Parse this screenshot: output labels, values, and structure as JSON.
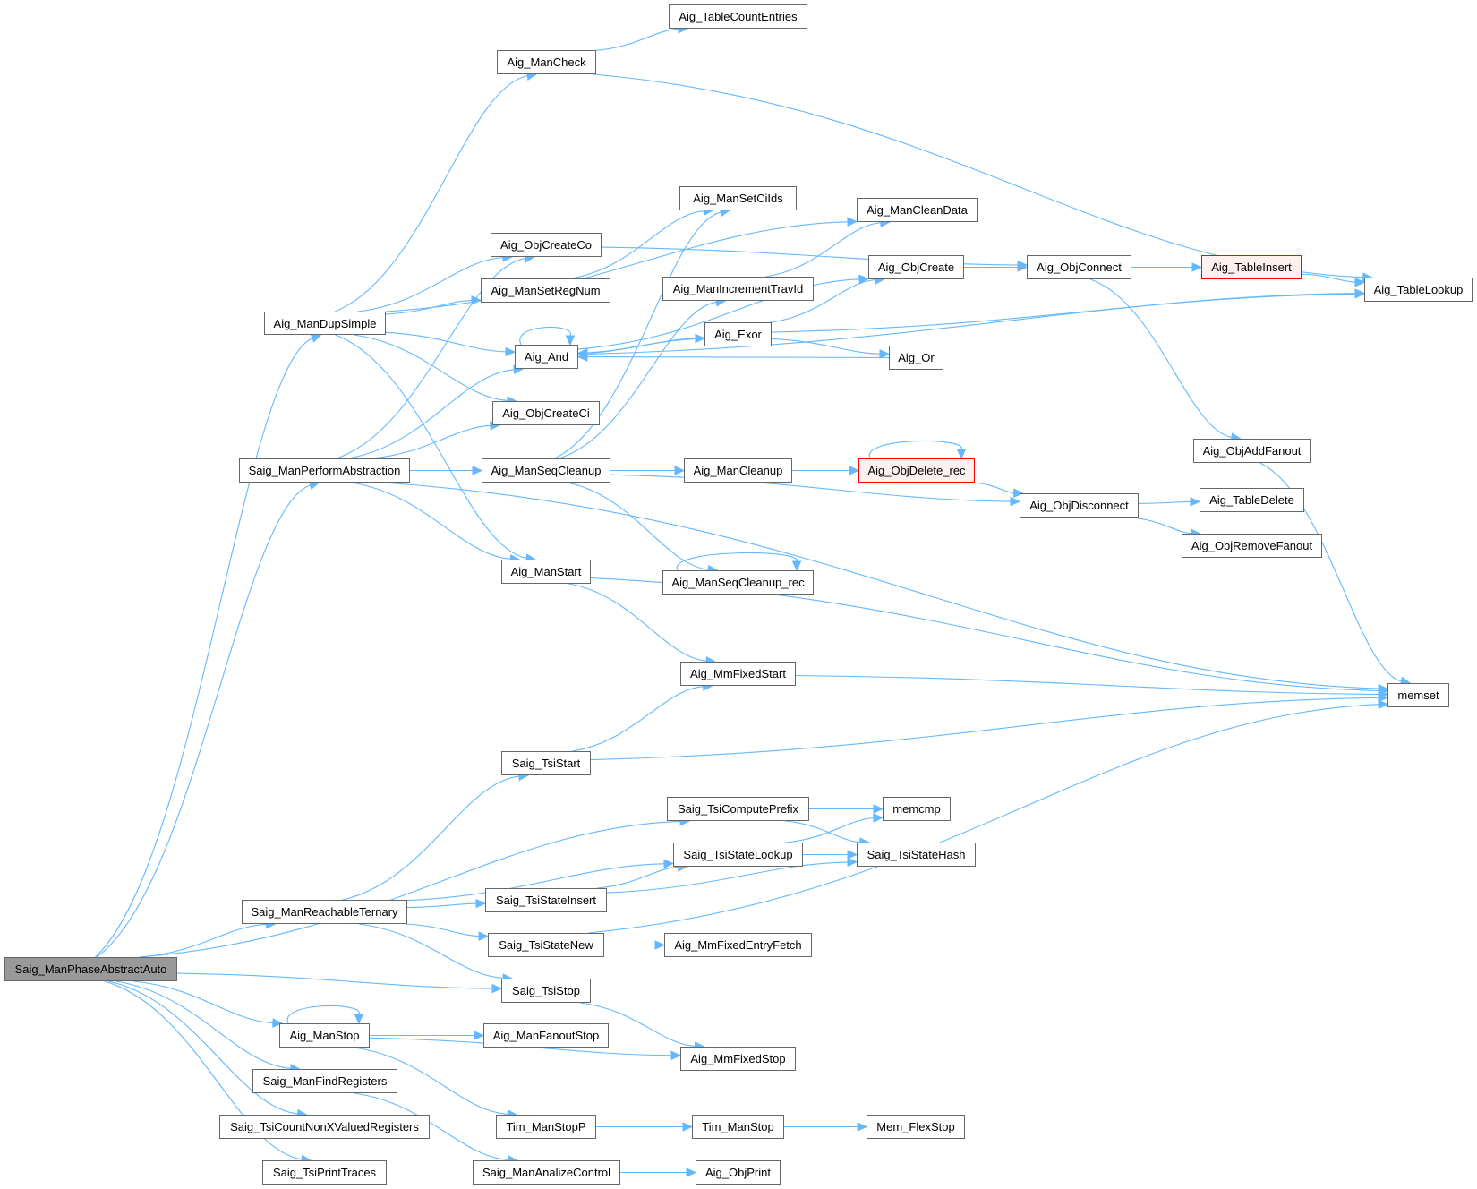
{
  "title": "Call graph of Saig_ManPhaseAbstractAuto",
  "colors": {
    "edge": "#63b8ff",
    "root_fill": "#999999",
    "node_border": "#666666",
    "truncated_border": "#ff0000",
    "truncated_fill": "#fff0f0"
  },
  "nodes": [
    {
      "id": "Saig_ManPhaseAbstractAuto",
      "label": "Saig_ManPhaseAbstractAuto",
      "kind": "root"
    },
    {
      "id": "Aig_ManDupSimple",
      "label": "Aig_ManDupSimple"
    },
    {
      "id": "Saig_ManPerformAbstraction",
      "label": "Saig_ManPerformAbstraction"
    },
    {
      "id": "Saig_ManReachableTernary",
      "label": "Saig_ManReachableTernary"
    },
    {
      "id": "Aig_ManStop",
      "label": "Aig_ManStop"
    },
    {
      "id": "Saig_ManFindRegisters",
      "label": "Saig_ManFindRegisters"
    },
    {
      "id": "Saig_TsiCountNonXValuedRegisters",
      "label": "Saig_TsiCountNonXValuedRegisters"
    },
    {
      "id": "Saig_TsiPrintTraces",
      "label": "Saig_TsiPrintTraces"
    },
    {
      "id": "Aig_ManCheck",
      "label": "Aig_ManCheck"
    },
    {
      "id": "Aig_TableCountEntries",
      "label": "Aig_TableCountEntries"
    },
    {
      "id": "Aig_ObjCreateCo",
      "label": "Aig_ObjCreateCo"
    },
    {
      "id": "Aig_ManSetRegNum",
      "label": "Aig_ManSetRegNum"
    },
    {
      "id": "Aig_And",
      "label": "Aig_And"
    },
    {
      "id": "Aig_ObjCreateCi",
      "label": "Aig_ObjCreateCi"
    },
    {
      "id": "Aig_ManSeqCleanup",
      "label": "Aig_ManSeqCleanup"
    },
    {
      "id": "Aig_ManStart",
      "label": "Aig_ManStart"
    },
    {
      "id": "Saig_TsiStart",
      "label": "Saig_TsiStart"
    },
    {
      "id": "Saig_TsiStateInsert",
      "label": "Saig_TsiStateInsert"
    },
    {
      "id": "Saig_TsiStateNew",
      "label": "Saig_TsiStateNew"
    },
    {
      "id": "Saig_TsiStop",
      "label": "Saig_TsiStop"
    },
    {
      "id": "Aig_ManFanoutStop",
      "label": "Aig_ManFanoutStop"
    },
    {
      "id": "Tim_ManStopP",
      "label": "Tim_ManStopP"
    },
    {
      "id": "Saig_ManAnalizeControl",
      "label": "Saig_ManAnalizeControl"
    },
    {
      "id": "Aig_ManSetCiIds",
      "label": "Aig_ManSetCiIds"
    },
    {
      "id": "Aig_ManIncrementTravId",
      "label": "Aig_ManIncrementTravId"
    },
    {
      "id": "Aig_Exor",
      "label": "Aig_Exor"
    },
    {
      "id": "Aig_ManCleanup",
      "label": "Aig_ManCleanup"
    },
    {
      "id": "Aig_ManSeqCleanup_rec",
      "label": "Aig_ManSeqCleanup_rec"
    },
    {
      "id": "Aig_MmFixedStart",
      "label": "Aig_MmFixedStart"
    },
    {
      "id": "Saig_TsiComputePrefix",
      "label": "Saig_TsiComputePrefix"
    },
    {
      "id": "Saig_TsiStateLookup",
      "label": "Saig_TsiStateLookup"
    },
    {
      "id": "Aig_MmFixedEntryFetch",
      "label": "Aig_MmFixedEntryFetch"
    },
    {
      "id": "Aig_MmFixedStop",
      "label": "Aig_MmFixedStop"
    },
    {
      "id": "Tim_ManStop",
      "label": "Tim_ManStop"
    },
    {
      "id": "Aig_ObjPrint",
      "label": "Aig_ObjPrint"
    },
    {
      "id": "Aig_ManCleanData",
      "label": "Aig_ManCleanData"
    },
    {
      "id": "Aig_ObjCreate",
      "label": "Aig_ObjCreate"
    },
    {
      "id": "Aig_Or",
      "label": "Aig_Or"
    },
    {
      "id": "Aig_ObjDelete_rec",
      "label": "Aig_ObjDelete_rec",
      "kind": "truncated"
    },
    {
      "id": "memcmp",
      "label": "memcmp"
    },
    {
      "id": "Saig_TsiStateHash",
      "label": "Saig_TsiStateHash"
    },
    {
      "id": "Mem_FlexStop",
      "label": "Mem_FlexStop"
    },
    {
      "id": "Aig_ObjConnect",
      "label": "Aig_ObjConnect"
    },
    {
      "id": "Aig_ObjDisconnect",
      "label": "Aig_ObjDisconnect"
    },
    {
      "id": "Aig_TableInsert",
      "label": "Aig_TableInsert",
      "kind": "truncated"
    },
    {
      "id": "Aig_ObjAddFanout",
      "label": "Aig_ObjAddFanout"
    },
    {
      "id": "Aig_TableDelete",
      "label": "Aig_TableDelete"
    },
    {
      "id": "Aig_ObjRemoveFanout",
      "label": "Aig_ObjRemoveFanout"
    },
    {
      "id": "Aig_TableLookup",
      "label": "Aig_TableLookup"
    },
    {
      "id": "memset",
      "label": "memset"
    }
  ],
  "edges": [
    [
      "Saig_ManPhaseAbstractAuto",
      "Aig_ManDupSimple"
    ],
    [
      "Saig_ManPhaseAbstractAuto",
      "Saig_ManPerformAbstraction"
    ],
    [
      "Saig_ManPhaseAbstractAuto",
      "Saig_TsiComputePrefix"
    ],
    [
      "Saig_ManPhaseAbstractAuto",
      "Saig_ManReachableTernary"
    ],
    [
      "Saig_ManPhaseAbstractAuto",
      "Saig_TsiStop"
    ],
    [
      "Saig_ManPhaseAbstractAuto",
      "Aig_ManStop"
    ],
    [
      "Saig_ManPhaseAbstractAuto",
      "Saig_ManFindRegisters"
    ],
    [
      "Saig_ManPhaseAbstractAuto",
      "Saig_TsiCountNonXValuedRegisters"
    ],
    [
      "Saig_ManPhaseAbstractAuto",
      "Saig_TsiPrintTraces"
    ],
    [
      "Aig_ManDupSimple",
      "Aig_ManCheck"
    ],
    [
      "Aig_ManDupSimple",
      "Aig_ManCleanData"
    ],
    [
      "Aig_ManDupSimple",
      "Aig_ObjCreateCo"
    ],
    [
      "Aig_ManDupSimple",
      "Aig_ManSetRegNum"
    ],
    [
      "Aig_ManDupSimple",
      "Aig_And"
    ],
    [
      "Aig_ManDupSimple",
      "Aig_ObjCreateCi"
    ],
    [
      "Aig_ManDupSimple",
      "Aig_ManStart"
    ],
    [
      "Aig_ManCheck",
      "Aig_TableCountEntries"
    ],
    [
      "Aig_ManCheck",
      "Aig_TableLookup"
    ],
    [
      "Saig_ManPerformAbstraction",
      "Aig_ObjCreateCo"
    ],
    [
      "Saig_ManPerformAbstraction",
      "Aig_And"
    ],
    [
      "Saig_ManPerformAbstraction",
      "Aig_ObjCreateCi"
    ],
    [
      "Saig_ManPerformAbstraction",
      "Aig_ManSeqCleanup"
    ],
    [
      "Saig_ManPerformAbstraction",
      "Aig_ManStart"
    ],
    [
      "Saig_ManPerformAbstraction",
      "memset"
    ],
    [
      "Aig_ObjCreateCo",
      "Aig_ObjConnect"
    ],
    [
      "Aig_ManSetRegNum",
      "Aig_ManSetCiIds"
    ],
    [
      "Aig_And",
      "Aig_And"
    ],
    [
      "Aig_And",
      "Aig_Exor"
    ],
    [
      "Aig_And",
      "Aig_ObjCreate"
    ],
    [
      "Aig_And",
      "Aig_TableLookup"
    ],
    [
      "Aig_Exor",
      "Aig_And"
    ],
    [
      "Aig_Exor",
      "Aig_ObjCreate"
    ],
    [
      "Aig_Exor",
      "Aig_Or"
    ],
    [
      "Aig_Exor",
      "Aig_TableLookup"
    ],
    [
      "Aig_Or",
      "Aig_And"
    ],
    [
      "Aig_ManIncrementTravId",
      "Aig_ManCleanData"
    ],
    [
      "Aig_ObjCreate",
      "Aig_ObjConnect"
    ],
    [
      "Aig_ObjConnect",
      "Aig_TableInsert"
    ],
    [
      "Aig_ObjConnect",
      "Aig_ObjAddFanout"
    ],
    [
      "Aig_TableInsert",
      "Aig_TableLookup"
    ],
    [
      "Aig_ObjAddFanout",
      "memset"
    ],
    [
      "Aig_ManSeqCleanup",
      "Aig_ManSetCiIds"
    ],
    [
      "Aig_ManSeqCleanup",
      "Aig_ManIncrementTravId"
    ],
    [
      "Aig_ManSeqCleanup",
      "Aig_ManCleanup"
    ],
    [
      "Aig_ManSeqCleanup",
      "Aig_ObjDisconnect"
    ],
    [
      "Aig_ManSeqCleanup",
      "Aig_ManSeqCleanup_rec"
    ],
    [
      "Aig_ManSeqCleanup_rec",
      "Aig_ManSeqCleanup_rec"
    ],
    [
      "Aig_ManCleanup",
      "Aig_ObjDelete_rec"
    ],
    [
      "Aig_ObjDelete_rec",
      "Aig_ObjDelete_rec"
    ],
    [
      "Aig_ObjDelete_rec",
      "Aig_ObjDisconnect"
    ],
    [
      "Aig_ObjDisconnect",
      "Aig_TableDelete"
    ],
    [
      "Aig_ObjDisconnect",
      "Aig_ObjRemoveFanout"
    ],
    [
      "Aig_ManStart",
      "Aig_MmFixedStart"
    ],
    [
      "Aig_ManStart",
      "memset"
    ],
    [
      "Aig_MmFixedStart",
      "memset"
    ],
    [
      "Saig_TsiStart",
      "Aig_MmFixedStart"
    ],
    [
      "Saig_TsiStart",
      "memset"
    ],
    [
      "Saig_TsiComputePrefix",
      "memcmp"
    ],
    [
      "Saig_TsiComputePrefix",
      "Saig_TsiStateHash"
    ],
    [
      "Saig_TsiStateLookup",
      "memcmp"
    ],
    [
      "Saig_TsiStateLookup",
      "Saig_TsiStateHash"
    ],
    [
      "Saig_TsiStateInsert",
      "Saig_TsiStateLookup"
    ],
    [
      "Saig_TsiStateInsert",
      "Saig_TsiStateHash"
    ],
    [
      "Saig_ManReachableTernary",
      "Saig_TsiStart"
    ],
    [
      "Saig_ManReachableTernary",
      "Saig_TsiStateLookup"
    ],
    [
      "Saig_ManReachableTernary",
      "Saig_TsiStateInsert"
    ],
    [
      "Saig_ManReachableTernary",
      "Saig_TsiStateNew"
    ],
    [
      "Saig_ManReachableTernary",
      "Saig_TsiStop"
    ],
    [
      "Saig_TsiStateNew",
      "Aig_MmFixedEntryFetch"
    ],
    [
      "Saig_TsiStateNew",
      "memset"
    ],
    [
      "Saig_TsiStop",
      "Aig_MmFixedStop"
    ],
    [
      "Aig_ManStop",
      "Aig_ManStop"
    ],
    [
      "Aig_ManStop",
      "Aig_ManFanoutStop"
    ],
    [
      "Aig_ManStop",
      "Aig_MmFixedStop"
    ],
    [
      "Aig_ManStop",
      "Tim_ManStopP"
    ],
    [
      "Saig_ManFindRegisters",
      "Saig_ManAnalizeControl"
    ],
    [
      "Tim_ManStopP",
      "Tim_ManStop"
    ],
    [
      "Tim_ManStop",
      "Mem_FlexStop"
    ],
    [
      "Saig_ManAnalizeControl",
      "Aig_ObjPrint"
    ]
  ]
}
